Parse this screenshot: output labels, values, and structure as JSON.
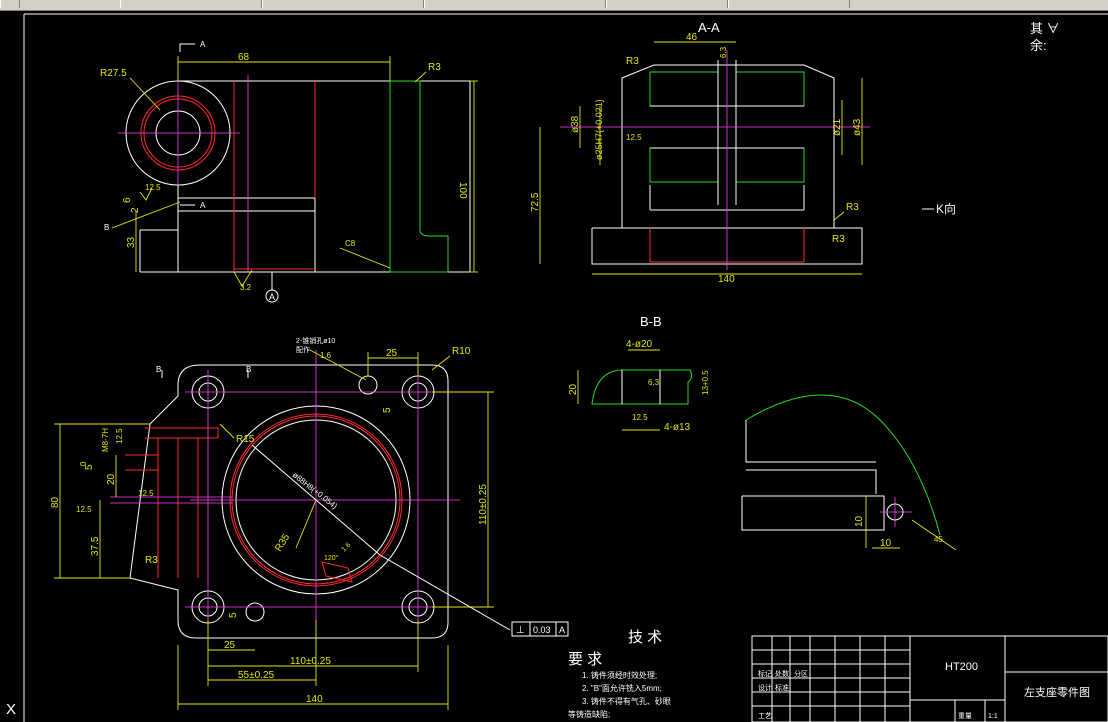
{
  "toolbar": {
    "segments": 6
  },
  "axis_icon_label": "X",
  "remaining_note": {
    "line1": "其  ∀",
    "line2": "余:"
  },
  "section_labels": {
    "aa": "A-A",
    "bb": "B-B",
    "k_view": "K向"
  },
  "front_view": {
    "dim_width": "68",
    "radius": "R27.5",
    "radius_r3": "R3",
    "height": "100",
    "dim_6": "6",
    "dim_2": "2",
    "dim_33": "33",
    "label_b": "B",
    "label_a_top": "A",
    "label_a_mid": "A",
    "label_a_bottom": "A",
    "chamfer": "C8",
    "rough_32": "3.2",
    "rough_125": "12.5"
  },
  "section_aa": {
    "dim_46": "46",
    "dim_63": "6.3",
    "r3_left": "R3",
    "dim_38": "ø38",
    "dim_25h7": "ø25H7(+0.021)",
    "dim_21": "ø21",
    "dim_43": "ø43",
    "height_725": "72.5",
    "width_140": "140",
    "r3_right": "R3",
    "r3_bottom": "R3",
    "rough_125": "12.5"
  },
  "section_bb": {
    "holes_20": "4-ø20",
    "holes_13": "4-ø13",
    "dim_20": "20",
    "dim_13": "13+0.5",
    "rough_63": "6.3",
    "rough_125": "12.5"
  },
  "k_view_detail": {
    "dim_10a": "10",
    "dim_10b": "10",
    "angle": "45"
  },
  "top_view": {
    "note_holes": "2-锥销孔ø10",
    "note_fit": "配作",
    "rough_16": "1.6",
    "dim_25_top": "25",
    "dim_5_top": "5",
    "r10": "R10",
    "r15": "R15",
    "r35": "R35",
    "m8": "M8-7H",
    "rough_125": "12.5",
    "dim_20": "20",
    "dim_5": "5",
    "dim_0": "0",
    "dim_80": "80",
    "dim_375": "37.5",
    "r3": "R3",
    "dim_110_right": "110±0.25",
    "dim_25_bottom": "25",
    "dim_5_bottom": "5",
    "dim_110_bottom": "110±0.25",
    "dim_55": "55±0.25",
    "dim_140": "140",
    "bore_note": "ø88H8(+0.054)",
    "rough_120": "120°",
    "label_b_left": "B",
    "label_b_right": "B"
  },
  "tolerance": {
    "symbol": "⊥",
    "value": "0.03",
    "datum": "A"
  },
  "tech_req": {
    "title1": "技 术",
    "title2": "要 求",
    "items": [
      "1. 铸件须经时效处理;",
      "2. \"B\"面允许铣入5mm;",
      "3. 铸件不得有气孔、砂眼",
      "等铸造缺陷;"
    ]
  },
  "title_block": {
    "material": "HT200",
    "drawing_name": "左支座零件图",
    "cell_a": "标记",
    "cell_b": "处数",
    "cell_c": "分区",
    "cell_d": "设计",
    "cell_e": "标准",
    "cell_f": "工艺",
    "scale_label": "重量",
    "scale": "1:1"
  },
  "colors": {
    "background": "#000000",
    "outline": "#ffffff",
    "dimension": "#e6e600",
    "centerline": "#ff40ff",
    "hatch": "#22dd22",
    "hidden": "#ff2a2a"
  }
}
